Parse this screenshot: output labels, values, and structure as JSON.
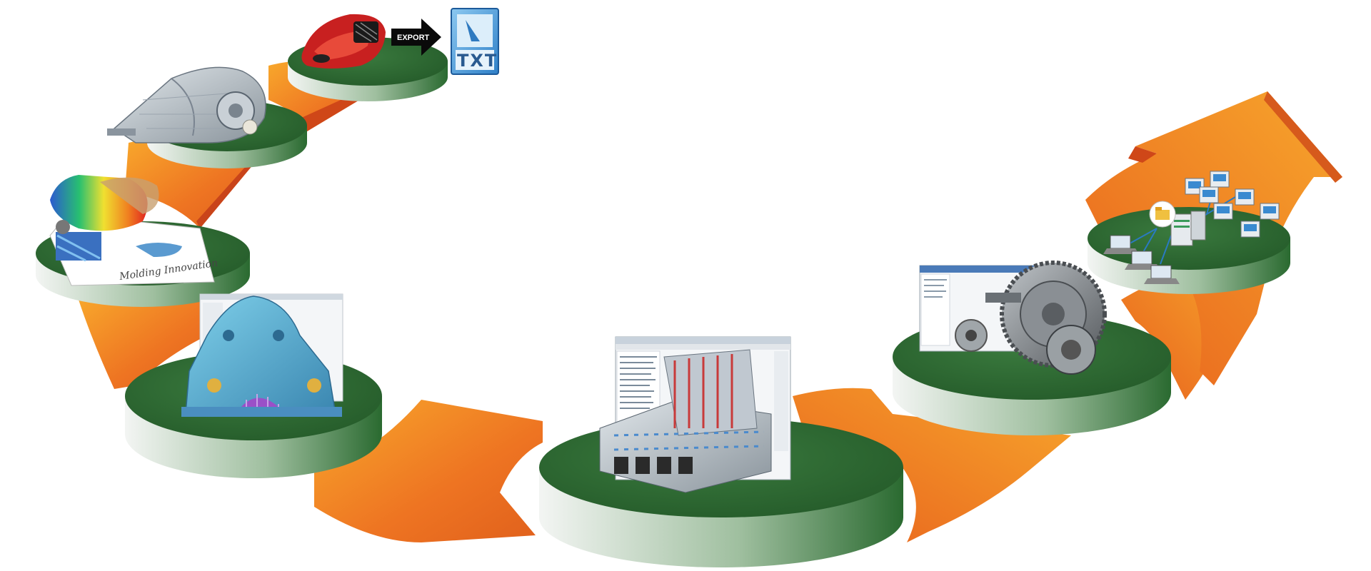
{
  "diagram": {
    "export_label": "EXPORT",
    "file_label": "TXT",
    "brand_text": "Molding Innovation"
  },
  "colors": {
    "arrow_light": "#f6a02a",
    "arrow_mid": "#ee7422",
    "arrow_dark": "#d2481a",
    "platform_top": "#2f6a34",
    "platform_side_dark": "#2c6a32",
    "platform_side_light": "#f2f4f2",
    "export_arrow": "#0a0a0a",
    "txt_file": "#5aa6e0"
  },
  "icons": [
    "red-product-render-icon",
    "export-arrow-icon",
    "txt-file-icon",
    "gearbox-assembly-icon",
    "mold-flow-analysis-icon",
    "blue-bracket-part-icon",
    "mold-base-design-icon",
    "gear-differential-icon",
    "network-workstations-icon"
  ]
}
